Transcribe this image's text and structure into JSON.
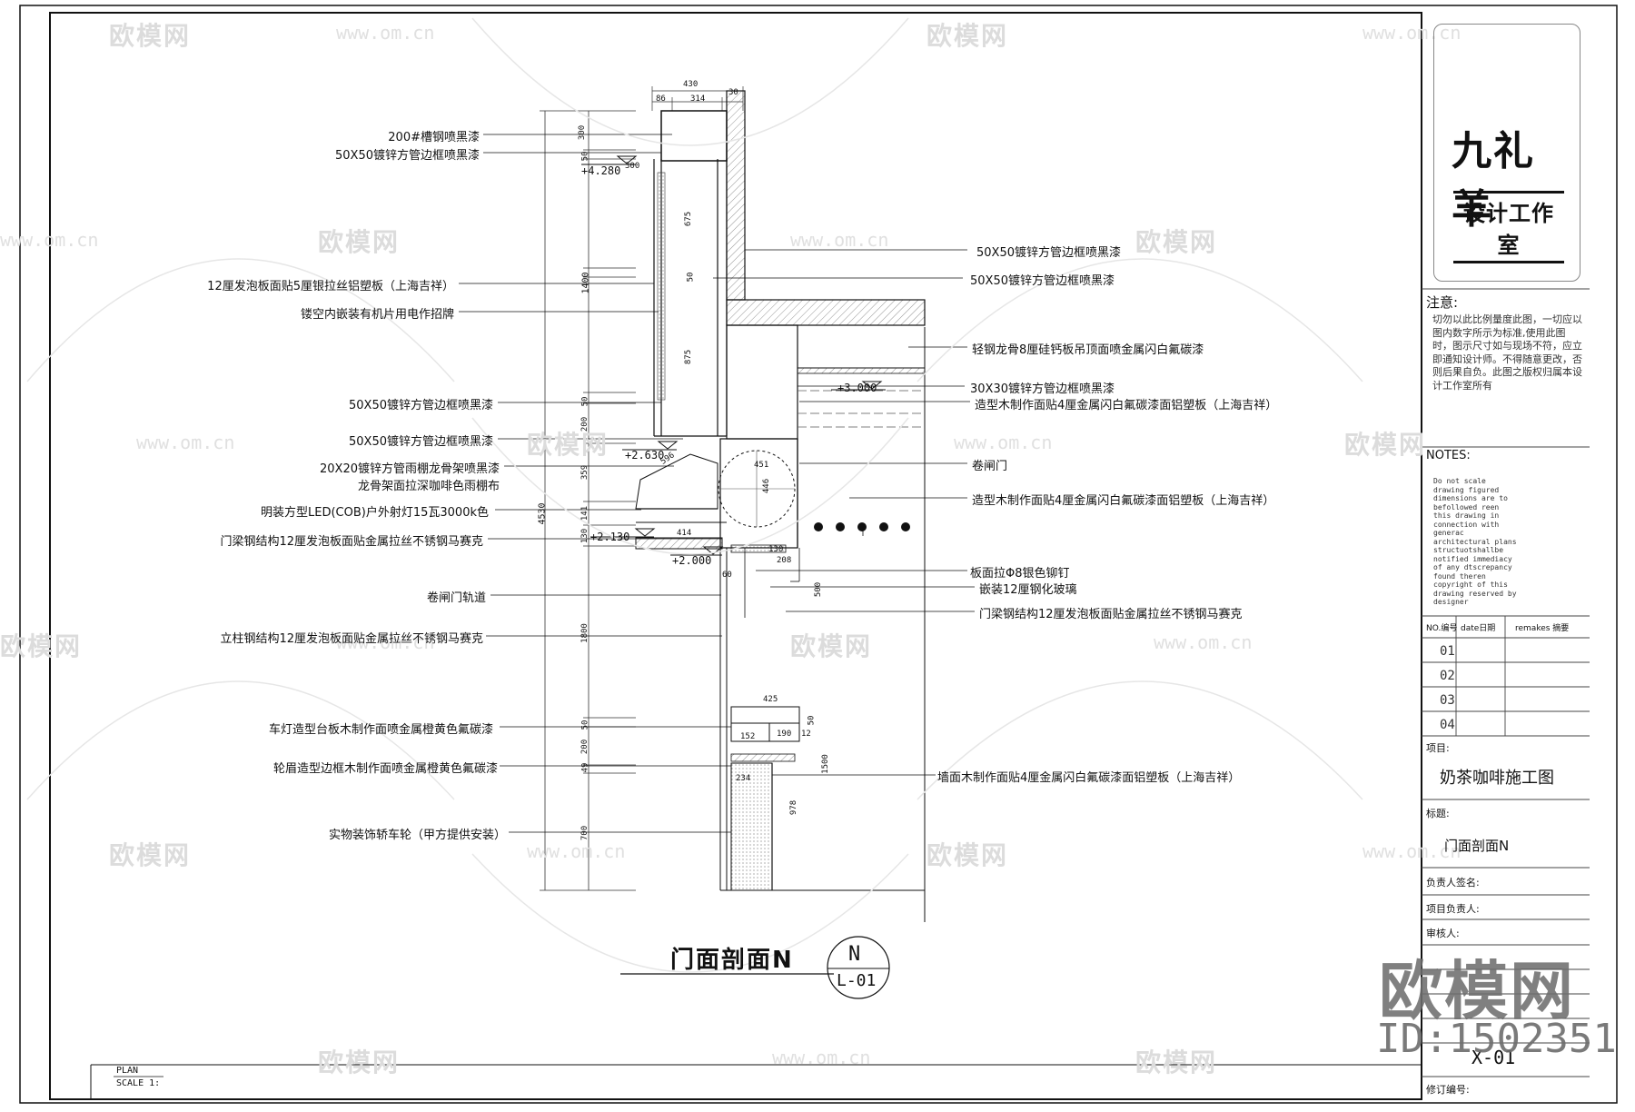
{
  "drawing": {
    "title": "门面剖面N",
    "symbol_top": "N",
    "symbol_bottom": "L-01",
    "labels_left": [
      "200#槽钢喷黑漆",
      "50X50镀锌方管边框喷黑漆",
      "12厘发泡板面贴5厘银拉丝铝塑板（上海吉祥）",
      "镂空内嵌装有机片用电作招牌",
      "50X50镀锌方管边框喷黑漆",
      "50X50镀锌方管边框喷黑漆",
      "20X20镀锌方管雨棚龙骨架喷黑漆",
      "龙骨架面拉深咖啡色雨棚布",
      "明装方型LED(COB)户外射灯15瓦3000k色",
      "门梁钢结构12厘发泡板面贴金属拉丝不锈钢马赛克",
      "卷闸门轨道",
      "立柱钢结构12厘发泡板面贴金属拉丝不锈钢马赛克",
      "车灯造型台板木制作面喷金属橙黄色氟碳漆",
      "轮眉造型边框木制作面喷金属橙黄色氟碳漆",
      "实物装饰轿车轮（甲方提供安装）"
    ],
    "labels_right": [
      "50X50镀锌方管边框喷黑漆",
      "50X50镀锌方管边框喷黑漆",
      "轻钢龙骨8厘硅钙板吊顶面喷金属闪白氟碳漆",
      "30X30镀锌方管边框喷黑漆",
      "造型木制作面贴4厘金属闪白氟碳漆面铝塑板（上海吉祥）",
      "卷闸门",
      "造型木制作面贴4厘金属闪白氟碳漆面铝塑板（上海吉祥）",
      "板面拉Φ8银色铆钉",
      "嵌装12厘钢化玻璃",
      "门梁钢结构12厘发泡板面贴金属拉丝不锈钢马赛克",
      "墙面木制作面贴4厘金属闪白氟碳漆面铝塑板（上海吉祥）"
    ],
    "levels": [
      "+4.280",
      "+3.000",
      "+2.630",
      "+2.130",
      "+2.000"
    ],
    "dims_top": [
      "430",
      "86",
      "314",
      "30"
    ],
    "dims_vertical_left": [
      "300",
      "50",
      "675",
      "50",
      "875",
      "50",
      "200",
      "359",
      "141",
      "130",
      "1800",
      "50",
      "200",
      "49",
      "700"
    ],
    "dim_total": "4530",
    "dim_1400": "1400",
    "dims_misc": [
      "300",
      "451",
      "446",
      "414",
      "60",
      "130",
      "208",
      "500",
      "425",
      "152",
      "190",
      "12",
      "50",
      "234",
      "978",
      "1500",
      "596"
    ],
    "plan_label": "PLAN",
    "scale_label": "SCALE  1:"
  },
  "titleblock": {
    "brand_top": "九礼羊",
    "brand_bottom": "设计工作室",
    "notes_cn_title": "注意:",
    "notes_cn": "切勿以此比例量度此图，一切应以图内数字所示为标准,使用此图时，图示尺寸如与现场不符，应立即通知设计师。不得随意更改，否则后果自负。此图之版权归属本设计工作室所有",
    "notes_en_title": "NOTES:",
    "notes_en": "Do not scale drawing figured dimensions are to befollowed reen this drawing in connection with generac architectural plans structuotshallbe notified immediacy of any dtscrepancy found theren copyright of this drawing reserved by designer",
    "table_headers": [
      "NO.编号",
      "date日期",
      "remakes 摘要"
    ],
    "rows": [
      "01",
      "02",
      "03",
      "04"
    ],
    "project_label": "项目:",
    "project_name": "奶茶咖啡施工图",
    "title_label": "标题:",
    "title_value": "门面剖面N",
    "sign_labels": [
      "负责人签名:",
      "项目负责人:",
      "审核人:"
    ],
    "sheet_no": "X-01",
    "revision_label": "修订编号:"
  },
  "watermark": {
    "brand": "欧模网",
    "url": "www.om.cn",
    "big": "欧模网",
    "id": "ID:1502351"
  },
  "colors": {
    "line": "#111111",
    "watermark": "#d9d9d9",
    "hatch": "#555555"
  }
}
